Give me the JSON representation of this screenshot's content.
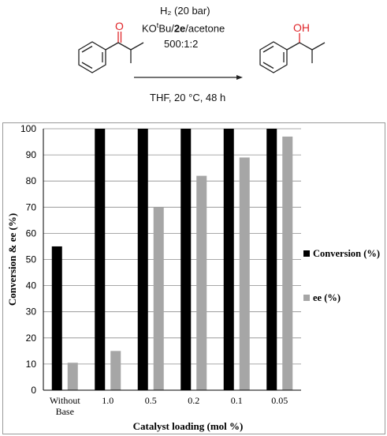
{
  "scheme": {
    "reagent_line1": "H₂ (20 bar)",
    "reagent_line2_pre": "KO",
    "reagent_line2_sup": "t",
    "reagent_line2_mid": "Bu/",
    "reagent_line2_bold": "2e",
    "reagent_line2_post": "/acetone",
    "ratio": "500:1:2",
    "conditions": "THF, 20 °C, 48 h",
    "reactant_label": "O",
    "product_label": "OH",
    "colors": {
      "heteroatom": "#e0262a",
      "bond": "#222222"
    }
  },
  "chart_data": {
    "type": "bar",
    "categories": [
      "Without Base",
      "1.0",
      "0.5",
      "0.2",
      "0.1",
      "0.05"
    ],
    "category_lines": [
      [
        "Without",
        "Base"
      ],
      [
        "1.0"
      ],
      [
        "0.5"
      ],
      [
        "0.2"
      ],
      [
        "0.1"
      ],
      [
        "0.05"
      ]
    ],
    "series": [
      {
        "name": "Conversion (%)",
        "values": [
          55,
          100,
          100,
          100,
          100,
          100
        ],
        "color": "#000000"
      },
      {
        "name": "ee (%)",
        "values": [
          10.5,
          15,
          70,
          82,
          89,
          97
        ],
        "color": "#a6a6a6"
      }
    ],
    "xlabel": "Catalyst loading (mol %)",
    "ylabel": "Conversion & ee (%)",
    "ylim": [
      0,
      100
    ],
    "yticks": [
      0,
      10,
      20,
      30,
      40,
      50,
      60,
      70,
      80,
      90,
      100
    ],
    "grid": true,
    "legend": "right"
  }
}
